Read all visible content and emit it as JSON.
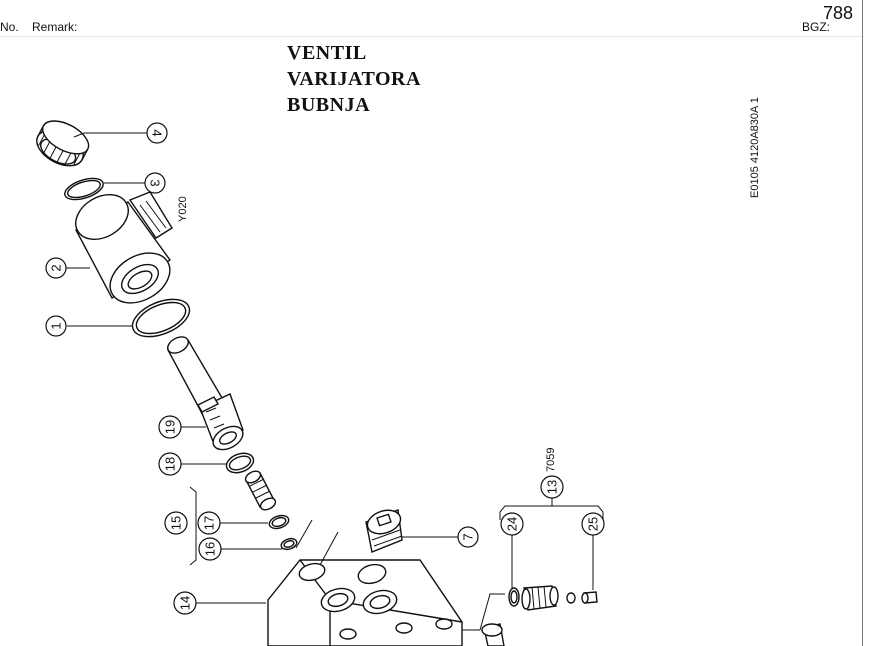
{
  "header": {
    "no_label": "No.",
    "remark_label": "Remark:",
    "bgz_label": "BGZ:",
    "page_number": "788"
  },
  "title": {
    "line1": "VENTIL",
    "line2": "VARIJATORA",
    "line3": "BUBNJA"
  },
  "side_code": "E0105 4120A830A 1",
  "labels": {
    "coil_code": "Y020",
    "kit_code": "7059"
  },
  "callouts": [
    "1",
    "2",
    "3",
    "4",
    "7",
    "13",
    "14",
    "15",
    "16",
    "17",
    "18",
    "19",
    "24",
    "25"
  ]
}
